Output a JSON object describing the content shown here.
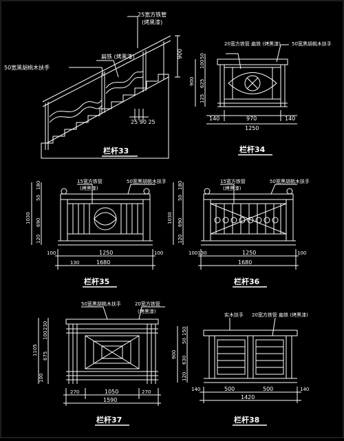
{
  "colors": {
    "background": "#000000",
    "line": "#ffffff",
    "accent": "#ffff00",
    "border": "#3a3a3a"
  },
  "r33": {
    "title": "栏杆33",
    "note_pipe": "25宽方铁管",
    "note_paint": "(烤黑漆)",
    "note_flat": "扁铁 (烤黑漆)",
    "note_wood": "50宽黑胡桃木扶手",
    "dim_900": "900",
    "dim_bottom": "25 90 25"
  },
  "r34": {
    "title": "栏杆34",
    "note_left": "20宽方铁管 扁铁 (烤黑漆)",
    "note_right": "50宽黑胡桃木扶手",
    "d50": "50",
    "d100": "100",
    "d900": "900",
    "d625": "625",
    "d125": "125",
    "d140a": "140",
    "d970": "970",
    "d140b": "140",
    "d1250": "1250"
  },
  "r35": {
    "title": "栏杆35",
    "note_left": "15宽方铁管",
    "note_paint": "(烤黑漆)",
    "note_right": "50宽黑胡桃木扶手",
    "d180": "180",
    "d50": "50",
    "d1030": "1030",
    "d690": "690",
    "d120": "120",
    "d100a": "100",
    "d130": "130",
    "d1250": "1250",
    "d100b": "100",
    "d1680": "1680"
  },
  "r36": {
    "title": "栏杆36",
    "note_left": "15宽方铁管",
    "note_paint": "(烤黑漆)",
    "note_right": "50宽黑胡桃木扶手",
    "d180": "180",
    "d50": "50",
    "d1030": "1030",
    "d690": "690",
    "d120": "120",
    "d100a": "100130",
    "d1250": "1250",
    "d100b": "100",
    "d1680": "1680"
  },
  "r37": {
    "title": "栏杆37",
    "note_left": "50宽黑胡桃木扶手",
    "note_right": "20宽方铁管",
    "note_paint": "(烤黑漆)",
    "d230": "230",
    "d1105": "1105",
    "d100a": "100",
    "d675": "675",
    "d100b": "100",
    "d270a": "270",
    "d1050": "1050",
    "d270b": "270",
    "d1590": "1590"
  },
  "r38": {
    "title": "栏杆38",
    "note_wood": "实木扶手",
    "note_pipe": "20宽方铁管 扁铁 (烤黑漆)",
    "d150": "150",
    "d50": "50",
    "d900": "900",
    "d630": "630",
    "d120": "120",
    "d140a": "140",
    "d500a": "500",
    "d500b": "500",
    "d140b": "140",
    "d1420": "1420"
  }
}
